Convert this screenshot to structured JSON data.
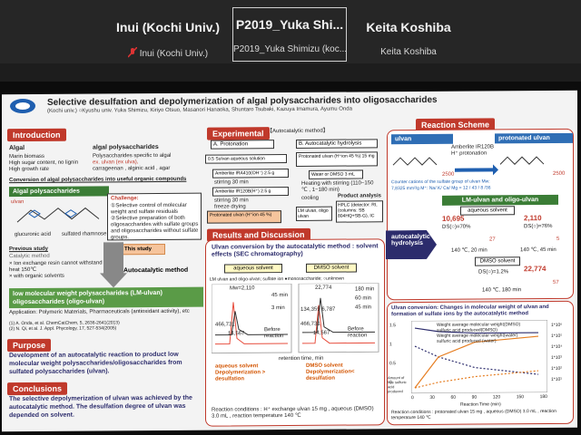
{
  "participants": [
    {
      "name": "Inui (Kochi Univ.)",
      "label": "Inui (Kochi Univ.)",
      "muted": true
    },
    {
      "name": "P2019_Yuka Shi...",
      "label": "P2019_Yuka Shimizu (koc..."
    },
    {
      "name": "Keita Koshiba",
      "label": "Keita Koshiba"
    }
  ],
  "poster": {
    "title": "Selective desulfation and depolymerization of algal polysaccharides into oligosaccharides",
    "authors": "(Kochi univ.) ○Kyushu univ. Yuka Shimizu, Kiriyo Otsuo, Masanori Hanaoka, Shuntaro Tsubaki, Kazuya Imamura, Ayumu Onda",
    "intro": {
      "heading": "Introduction",
      "algal_title": "Algal",
      "algal_items": [
        "Marin biomass",
        "High sugar content, no lignin",
        "High growth rate"
      ],
      "polys_title": "algal polysaccharides",
      "polys_items": [
        "Polysaccharides specific to algal",
        "ex. ulvan (ex ulva),",
        "carrageenan , alginic acid , agar"
      ],
      "conversion_title": "Conversion of algal polysaccharides into useful organic compounds",
      "algal_band": "Algal polysaccharides",
      "ulvan_label": "ulvan",
      "glucuronic": "glucuronic acid",
      "sulfated": "sulfated rhamnose",
      "challenge_title": "Challenge:",
      "challenge_items": [
        "①Selective control of molecular weight and sulfate residuals",
        "②Selective preparation of both oligosaccharides with sulfate groups and oligosaccharides without sulfate groups."
      ],
      "prev_title": "Previous study",
      "prev_sub": "Catalytic method",
      "prev_items": [
        "× Ion exchange resin cannot withstand heat 150℃",
        "× with organic solvents"
      ],
      "this_study": "This study",
      "autocatalytic": "Autocatalytic method",
      "lm_band": "low molecular weight polysaccharides (LM-ulvan) oligosaccharides (oligo-ulvan)",
      "application": "Application: Polymeric Materials, Pharmaceuticals (antioxidant activity), etc",
      "refs": [
        "(1) A. Onda, et al. ChemCatChem, 5, 2636-2641(2013)",
        "(2) N. Qi, et al. J. Appl. Phycology, 17, 527-534(2005)"
      ]
    },
    "purpose": {
      "heading": "Purpose",
      "text": "Development of an autocatalytic reaction to product low molecular weight polysaccharides/oligosaccharides from sulfated polysaccharides (ulvan)."
    },
    "conclusions": {
      "heading": "Conclusions",
      "text": "The selective depolymerization of ulvan was achieved by the autocatalytic method. The desulfation degree of ulvan was depended on solvent."
    },
    "experimental": {
      "heading": "Experimental",
      "sub": "【Autocatalytic method】",
      "a": "A. Protonation",
      "b": "B. Autocatalytic hydrolysis",
      "sulvan": "0.5 Sulvan aqueous solution",
      "amberlite1": "Amberlite IRA410(OH⁻) 2.5 g",
      "stir30": "stirring 30 min",
      "amberlite2": "Amberlite IR120B(H⁺) 2.5 g",
      "stir30b": "stirring 30 min",
      "freeze": "freeze drying",
      "protonated": "Protonated ulvan (H⁺ion 45 %)",
      "protonated_b": "Protonated ulvan (H⁺ion 45 %) 15 mg",
      "water": "Water or DMSO 3 mL",
      "heating": "Heating with stirring (110~150 ℃ , 1~180 min)",
      "cooling": "cooling",
      "product": "Product analysis",
      "hplc": "HPLC (detector: RI, (columns: SB 804HQ+SB-G), IC",
      "lm": "LM ulvan, oligo ulvan"
    },
    "results": {
      "heading": "Results and Discussion",
      "title": "Ulvan conversion by the autocatalytic method : solvent effects (SEC chromatography)",
      "aqueous": "aqueous solvent",
      "dmso": "DMSO solvent",
      "legend": "LM ulvan and oligo-ulvan; sulfate ion ●monosaccharide; ○unknown",
      "peaks_left": [
        "Mw=2,110",
        "45 min",
        "3 min",
        "Before reaction",
        "466,731",
        "14,567"
      ],
      "peaks_right": [
        "22,774",
        "180 min",
        "60 min",
        "45 min",
        "Before reaction",
        "134,359 6,787",
        "466,731",
        "14,567"
      ],
      "note_left": "aqueous solvent Depolymerization > desulfation",
      "note_right": "DMSO solvent Depolymerization< desulfation",
      "xaxis": "retention time, min",
      "conditions": "Reaction conditions : H⁺ exchange ulvan 15 mg , aqueous (DMSO) 3.0 mL , reaction temperature 140 ℃"
    },
    "scheme": {
      "heading": "Reaction Scheme",
      "ulvan": "ulvan",
      "protonated": "protonated ulvan",
      "amberlite": "Amberlite IR120B H⁺ protonation",
      "counter": "Counter cations of the sulfate group of ulvan Mw: 7,8325 mm²/g M⁺: Na/ K/ Ca/ Mg = 12 / 43 / 8 /36",
      "ulvan_val": "2500",
      "prot_val": "2500",
      "lm_band": "LM-ulvan and oligo-ulvan",
      "aqueous_solvent": "aqueous solvent",
      "val1": "10,695",
      "val1_ds": "DS(○)=70%",
      "val2": "2,110",
      "val2_ds": "DS(○)=76%",
      "t1": "140 ℃, 20 min",
      "t2": "140 ℃, 45 min",
      "n1": "27",
      "n2": "5",
      "autocat": "autocatalytic hydrolysis",
      "dmso_solvent": "DMSO solvent",
      "val3": "22,774",
      "val3_ds": "DS(○)=1.2%",
      "t3": "140 ℃, 180 min",
      "n3": "57"
    },
    "conversion_chart": {
      "title": "Ulvan conversion: Changes in molecular weight of ulvan and formation of sulfate ions by the autocatalytic method",
      "legend_items": [
        "Weight average molecular weight(DMSO)",
        "sulfuric acid produced(DMSO)",
        "Weight average molecular weight(water)",
        "sulfuric acid produced (water)"
      ],
      "ylabel": "Amount of free sulfuric acid produced",
      "xlabel": "Reaction Time (min)",
      "yticks": [
        "1.5",
        "1",
        "0.5",
        "0"
      ],
      "y2ticks": [
        "1*10⁶",
        "1*10⁵",
        "1*10⁴",
        "1*10³",
        "1*10²",
        "1*10¹"
      ],
      "xticks": [
        "0",
        "30",
        "60",
        "90",
        "120",
        "150",
        "180"
      ],
      "conditions": "Reaction conditions : protonated ulvan 15 mg , aqueous (DMSO) 3.0 mL , reaction temperature 140 ℃"
    }
  }
}
